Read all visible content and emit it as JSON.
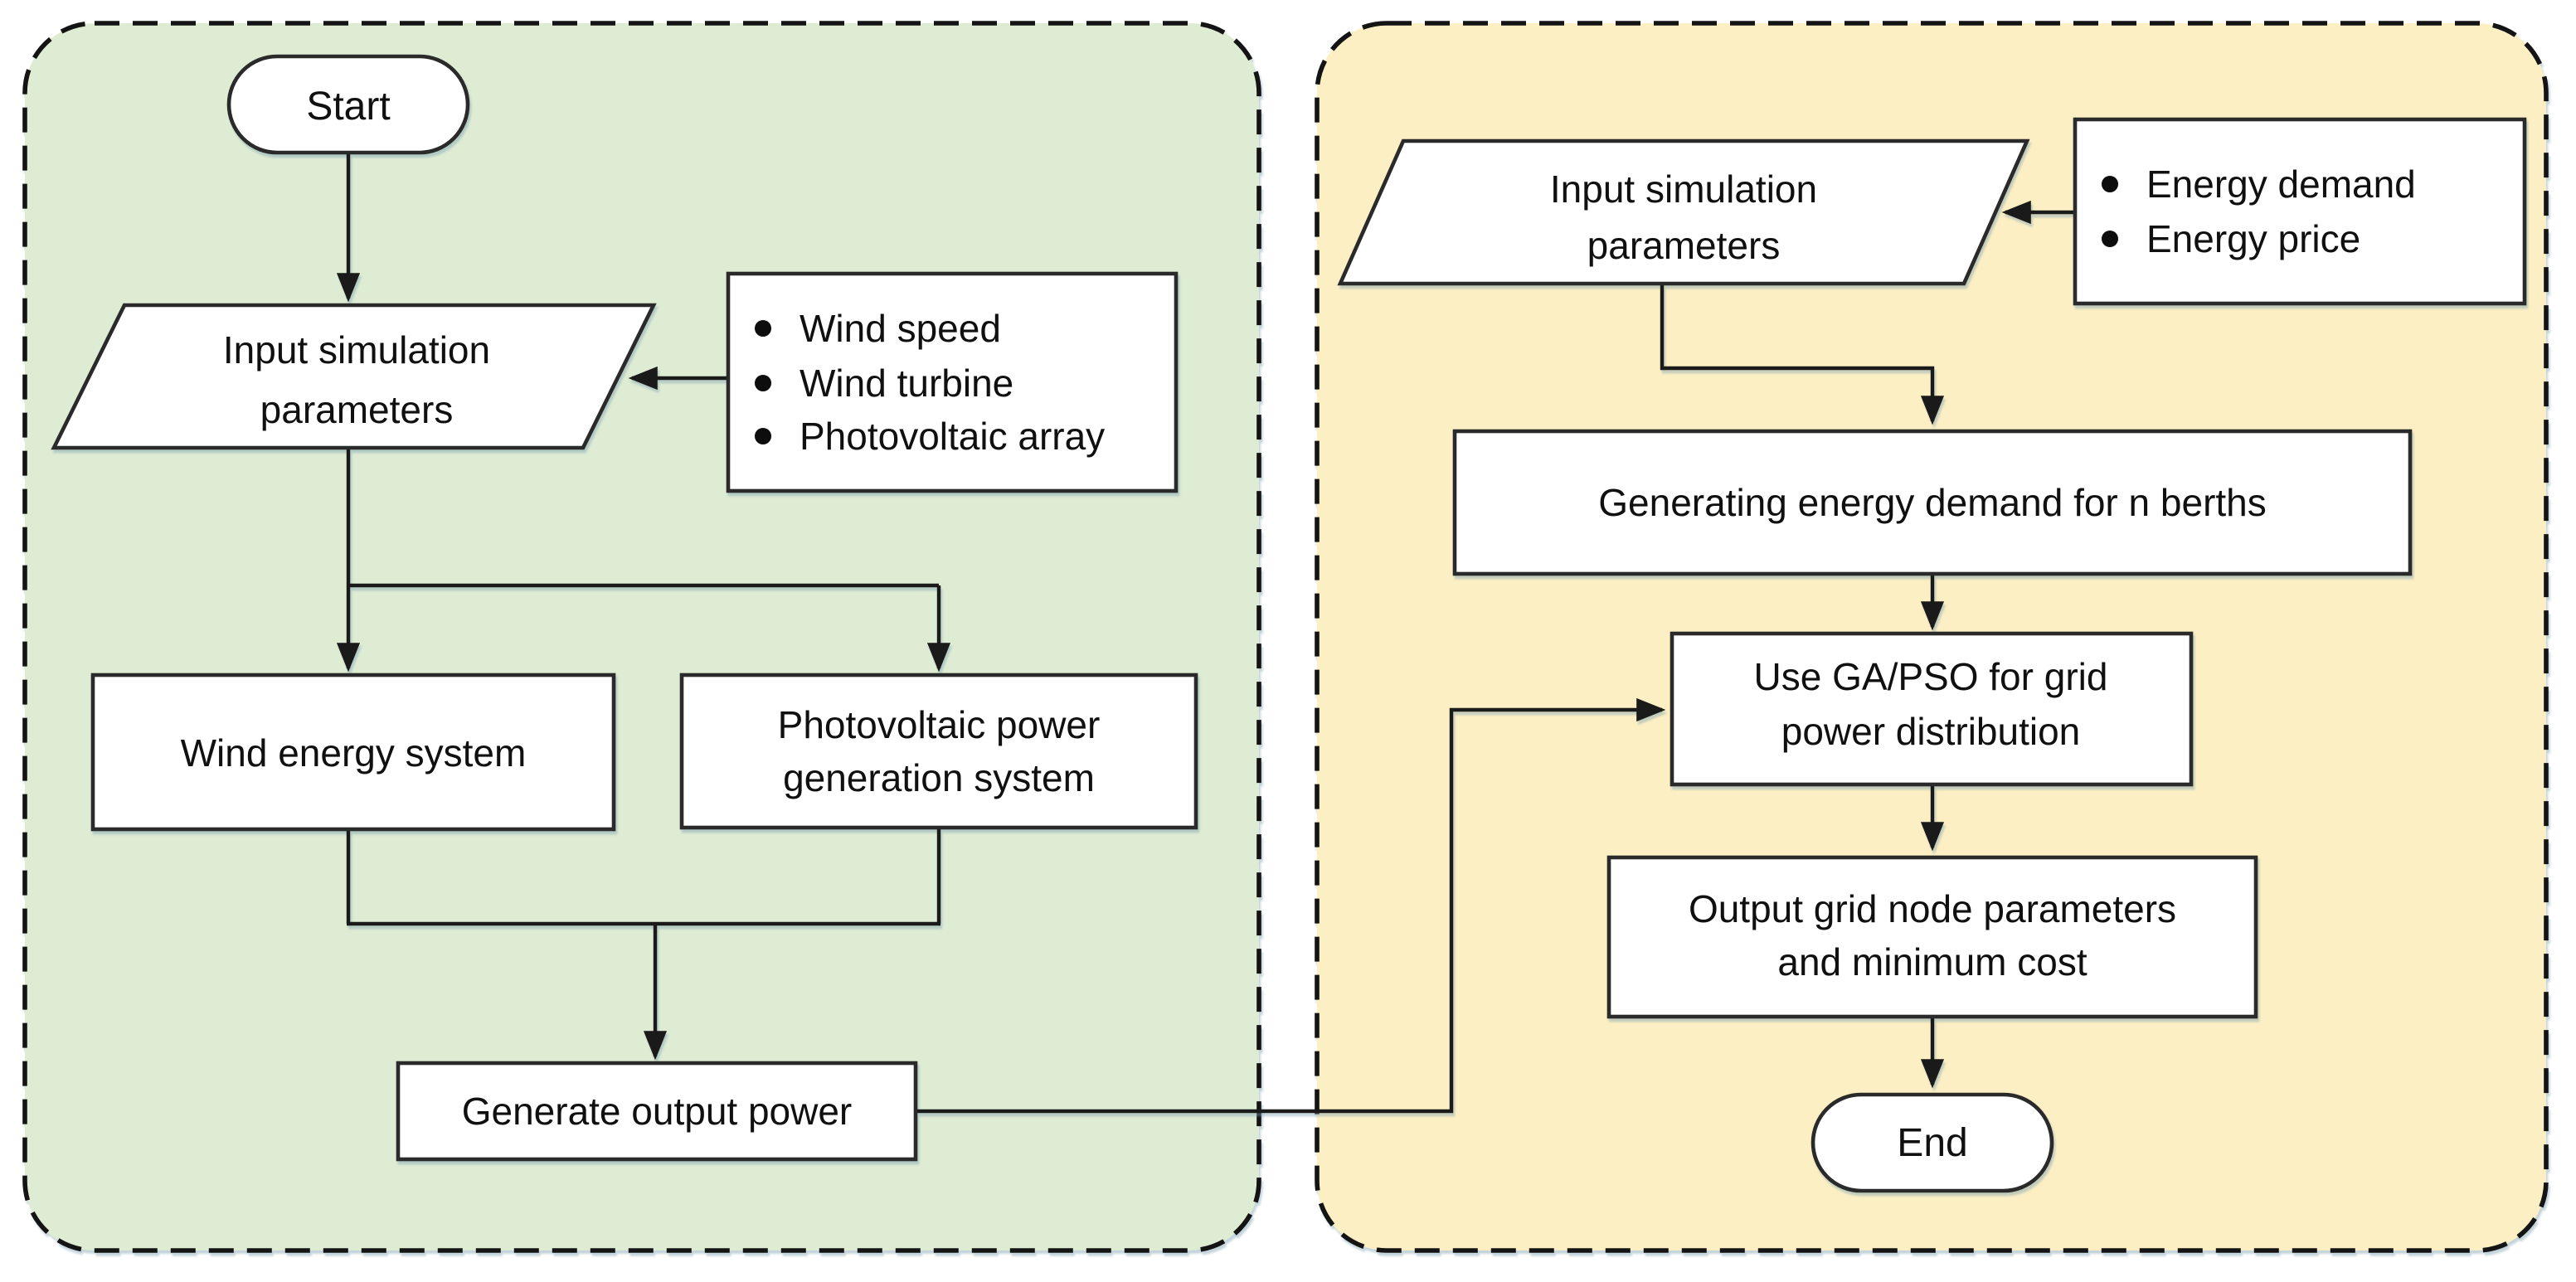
{
  "colors": {
    "left_panel_bg": "#dfecd4",
    "right_panel_bg": "#fcefc4",
    "node_fill": "#ffffff",
    "node_border": "#2a2a2a",
    "connector": "#1a1a1a",
    "text": "#101010"
  },
  "left_panel": {
    "start_label": "Start",
    "input_params": {
      "line1": "Input simulation",
      "line2": "parameters"
    },
    "param_list": [
      "Wind speed",
      "Wind turbine",
      "Photovoltaic array"
    ],
    "wind_system_label": "Wind energy system",
    "pv_system": {
      "line1": "Photovoltaic power",
      "line2": "generation system"
    },
    "generate_output_label": "Generate output power"
  },
  "right_panel": {
    "input_params": {
      "line1": "Input simulation",
      "line2": "parameters"
    },
    "param_list": [
      "Energy demand",
      "Energy price"
    ],
    "generating_demand_label": "Generating energy demand for n berths",
    "ga_pso": {
      "line1": "Use GA/PSO for grid",
      "line2": "power distribution"
    },
    "output_cost": {
      "line1": "Output grid node parameters",
      "line2": "and minimum cost"
    },
    "end_label": "End"
  }
}
